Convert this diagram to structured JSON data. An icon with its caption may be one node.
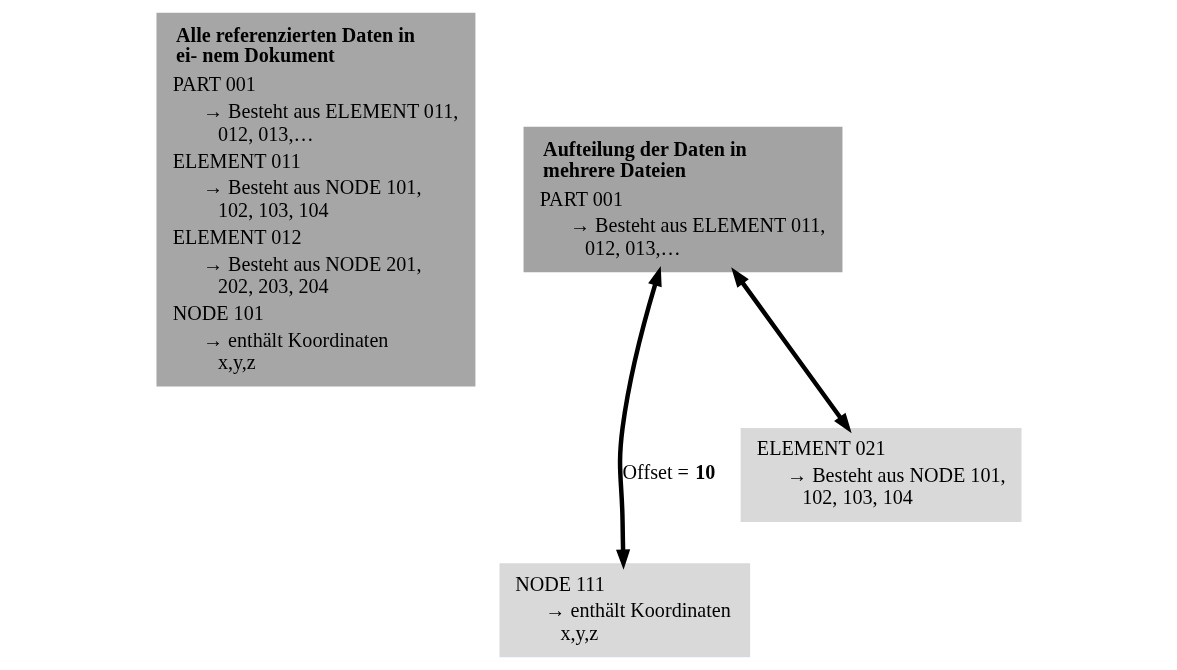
{
  "diagram": {
    "nodes": [
      {
        "text": [
          "Alle referenzierten Daten in ei- nem Dokument",
          "PART 001",
          "→ Besteht aus ELEMENT 011, 012, 013,…",
          "ELEMENT 011",
          "→ Besteht aus NODE 101, 102, 103, 104",
          "ELEMENT 012",
          "→ Besteht aus NODE 201, 202, 203, 204",
          "NODE 101",
          "→ enthält Koordinaten x,y,z"
        ]
      },
      {
        "text": [
          "Aufteilung der Daten in mehrere Dateien",
          "PART 001",
          "→ Besteht aus ELEMENT 011, 012, 013,…"
        ]
      },
      {
        "text": [
          "ELEMENT 021",
          "→ Besteht aus NODE 101, 102, 103, 104"
        ]
      },
      {
        "text": [
          "NODE 111",
          "→ enthält Koordinaten x,y,z"
        ]
      }
    ],
    "edges": [
      {
        "from": 2,
        "to": 1,
        "arrow": "both"
      },
      {
        "from": 3,
        "to": 1,
        "arrow": "both",
        "label": "Offset = **10**"
      }
    ]
  }
}
